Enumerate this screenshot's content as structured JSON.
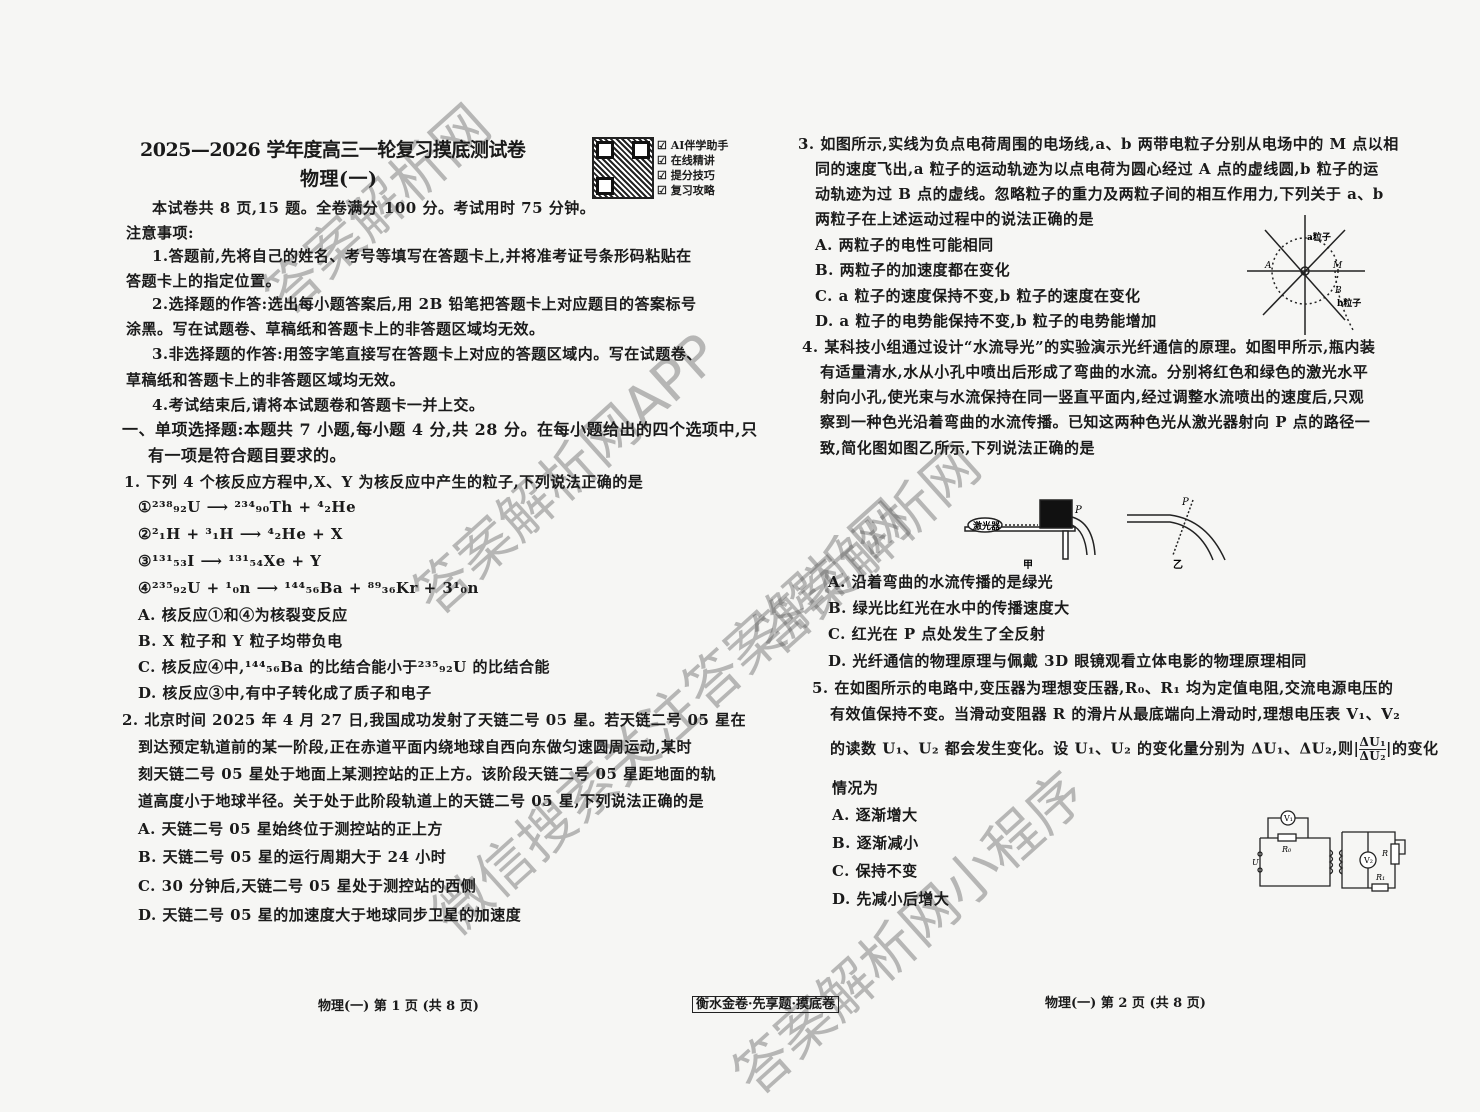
{
  "header": {
    "title": "2025—2026 学年度高三一轮复习摸底测试卷",
    "subject": "物理(一)",
    "qr_features": [
      "AI伴学助手",
      "在线精讲",
      "提分技巧",
      "复习攻略"
    ]
  },
  "intro": "本试卷共 8 页,15 题。全卷满分 100 分。考试用时 75 分钟。",
  "notice": {
    "heading": "注意事项:",
    "lines": [
      "1.答题前,先将自己的姓名、考号等填写在答题卡上,并将准考证号条形码粘贴在",
      "答题卡上的指定位置。",
      "2.选择题的作答:选出每小题答案后,用 2B 铅笔把答题卡上对应题目的答案标号",
      "涂黑。写在试题卷、草稿纸和答题卡上的非答题区域均无效。",
      "3.非选择题的作答:用签字笔直接写在答题卡上对应的答题区域内。写在试题卷、",
      "草稿纸和答题卡上的非答题区域均无效。",
      "4.考试结束后,请将本试题卷和答题卡一并上交。"
    ]
  },
  "section1": [
    "一、单项选择题:本题共 7 小题,每小题 4 分,共 28 分。在每小题给出的四个选项中,只",
    "有一项是符合题目要求的。"
  ],
  "q1": {
    "stem": "1. 下列 4 个核反应方程中,X、Y 为核反应中产生的粒子,下列说法正确的是",
    "equations": [
      "①²³⁸₉₂U ⟶ ²³⁴₉₀Th + ⁴₂He",
      "②²₁H + ³₁H ⟶ ⁴₂He + X",
      "③¹³¹₅₃I ⟶ ¹³¹₅₄Xe + Y",
      "④²³⁵₉₂U + ¹₀n ⟶ ¹⁴⁴₅₆Ba + ⁸⁹₃₆Kr + 3¹₀n"
    ],
    "options": [
      "A. 核反应①和④为核裂变反应",
      "B. X 粒子和 Y 粒子均带负电",
      "C. 核反应④中,¹⁴⁴₅₆Ba 的比结合能小于²³⁵₉₂U 的比结合能",
      "D. 核反应③中,有中子转化成了质子和电子"
    ]
  },
  "q2": {
    "stem": [
      "2. 北京时间 2025 年 4 月 27 日,我国成功发射了天链二号 05 星。若天链二号 05 星在",
      "到达预定轨道前的某一阶段,正在赤道平面内绕地球自西向东做匀速圆周运动,某时",
      "刻天链二号 05 星处于地面上某测控站的正上方。该阶段天链二号 05 星距地面的轨",
      "道高度小于地球半径。关于处于此阶段轨道上的天链二号 05 星,下列说法正确的是"
    ],
    "options": [
      "A. 天链二号 05 星始终位于测控站的正上方",
      "B. 天链二号 05 星的运行周期大于 24 小时",
      "C. 30 分钟后,天链二号 05 星处于测控站的西侧",
      "D. 天链二号 05 星的加速度大于地球同步卫星的加速度"
    ]
  },
  "q3": {
    "stem": [
      "3. 如图所示,实线为负点电荷周围的电场线,a、b 两带电粒子分别从电场中的 M 点以相",
      "同的速度飞出,a 粒子的运动轨迹为以点电荷为圆心经过 A 点的虚线圆,b 粒子的运",
      "动轨迹为过 B 点的虚线。忽略粒子的重力及两粒子间的相互作用力,下列关于 a、b",
      "两粒子在上述运动过程中的说法正确的是"
    ],
    "options": [
      "A. 两粒子的电性可能相同",
      "B. 两粒子的加速度都在变化",
      "C. a 粒子的速度保持不变,b 粒子的速度在变化",
      "D. a 粒子的电势能保持不变,b 粒子的电势能增加"
    ],
    "figure_labels": {
      "a": "a粒子",
      "b": "b粒子",
      "A": "A",
      "M": "M",
      "B": "B"
    }
  },
  "q4": {
    "stem": [
      "4. 某科技小组通过设计“水流导光”的实验演示光纤通信的原理。如图甲所示,瓶内装",
      "有适量清水,水从小孔中喷出后形成了弯曲的水流。分别将红色和绿色的激光水平",
      "射向小孔,使光束与水流保持在同一竖直平面内,经过调整水流喷出的速度后,只观",
      "察到一种色光沿着弯曲的水流传播。已知这两种色光从激光器射向 P 点的路径一",
      "致,简化图如图乙所示,下列说法正确的是"
    ],
    "figure_labels": {
      "laser": "激光器",
      "P": "P",
      "jia": "甲",
      "yi": "乙"
    },
    "options": [
      "A. 沿着弯曲的水流传播的是绿光",
      "B. 绿光比红光在水中的传播速度大",
      "C. 红光在 P 点处发生了全反射",
      "D. 光纤通信的物理原理与佩戴 3D 眼镜观看立体电影的物理原理相同"
    ]
  },
  "q5": {
    "stem": [
      "5. 在如图所示的电路中,变压器为理想变压器,R₀、R₁ 均为定值电阻,交流电源电压的",
      "有效值保持不变。当滑动变阻器 R 的滑片从最底端向上滑动时,理想电压表 V₁、V₂"
    ],
    "stem3_pre": "的读数 U₁、U₂ 都会发生变化。设 U₁、U₂ 的变化量分别为 ΔU₁、ΔU₂,则|",
    "frac_num": "ΔU₁",
    "frac_den": "ΔU₂",
    "stem3_post": "|的变化",
    "stem4": "情况为",
    "options": [
      "A. 逐渐增大",
      "B. 逐渐减小",
      "C. 保持不变",
      "D. 先减小后增大"
    ],
    "figure_labels": {
      "V1": "V₁",
      "V2": "V₂",
      "R0": "R₀",
      "R1": "R₁",
      "R": "R",
      "U": "U"
    }
  },
  "footer": {
    "left": "物理(一) 第 1 页 (共 8 页)",
    "center": "衡水金卷·先享题·摸底卷",
    "right": "物理(一) 第 2 页 (共 8 页)"
  },
  "watermarks": [
    "答案解析网",
    "答案解析网APP",
    "答案解析网",
    "微信搜索关注答案解析网",
    "答案解析网小程序"
  ]
}
